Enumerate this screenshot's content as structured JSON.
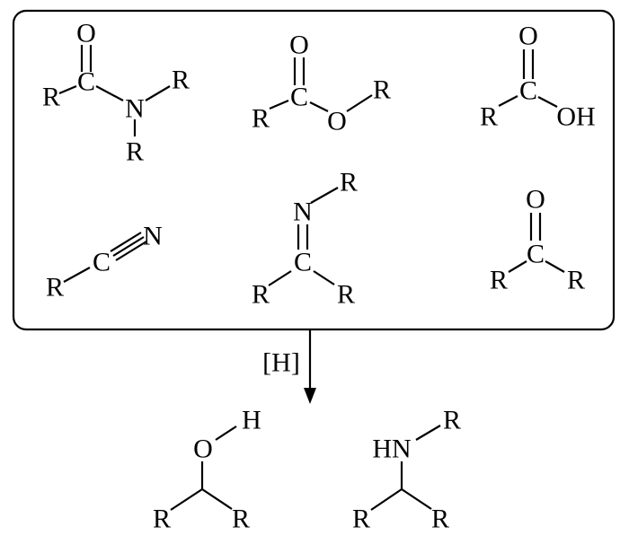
{
  "reaction": {
    "reagent_label": "[H]"
  },
  "structures": {
    "amide": {
      "o": "O",
      "c": "C",
      "n": "N",
      "r_left": "R",
      "r_n_right": "R",
      "r_n_down": "R"
    },
    "ester": {
      "o_top": "O",
      "c": "C",
      "o_ether": "O",
      "r_left": "R",
      "r_right": "R"
    },
    "acid": {
      "o": "O",
      "c": "C",
      "oh": "OH",
      "r_left": "R"
    },
    "nitrile": {
      "r": "R",
      "c": "C",
      "n": "N"
    },
    "imine": {
      "n": "N",
      "r_n": "R",
      "c": "C",
      "r_left": "R",
      "r_right": "R"
    },
    "ketone": {
      "o": "O",
      "c": "C",
      "r_left": "R",
      "r_right": "R"
    },
    "alcohol": {
      "h": "H",
      "o": "O",
      "r_left": "R",
      "r_right": "R"
    },
    "amine": {
      "hn": "HN",
      "r_n": "R",
      "r_left": "R",
      "r_right": "R"
    }
  }
}
